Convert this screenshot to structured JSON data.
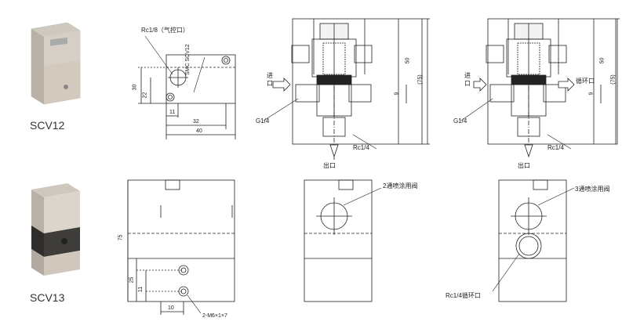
{
  "products": [
    {
      "model": "SCV12",
      "body_color": "#d9d2c8",
      "side_color": "#b8b0a6"
    },
    {
      "model": "SCV13",
      "body_color": "#c7c0b7",
      "band_color": "#3b3a38"
    }
  ],
  "labels": {
    "rc18_pilot": "Rc1/8（气控口）",
    "dim_30": "30",
    "dim_22": "22",
    "dim_11": "11",
    "dim_32": "32",
    "dim_40": "40",
    "inlet": "进口",
    "outlet": "出口",
    "circ_port": "循环口",
    "g14": "G1/4",
    "rc14": "Rc1/4",
    "dim_50": "50",
    "dim_75p": "(75)",
    "dim_9": "9",
    "dim_75": "75",
    "dim_25": "25",
    "dim_10": "10",
    "m6": "2-M6×1×7",
    "valve_2way": "2通喷涂用阀",
    "valve_3way": "3通喷涂用阀",
    "rc14_circ": "Rc1/4循环口",
    "nameplate": "SMC SCV12"
  }
}
